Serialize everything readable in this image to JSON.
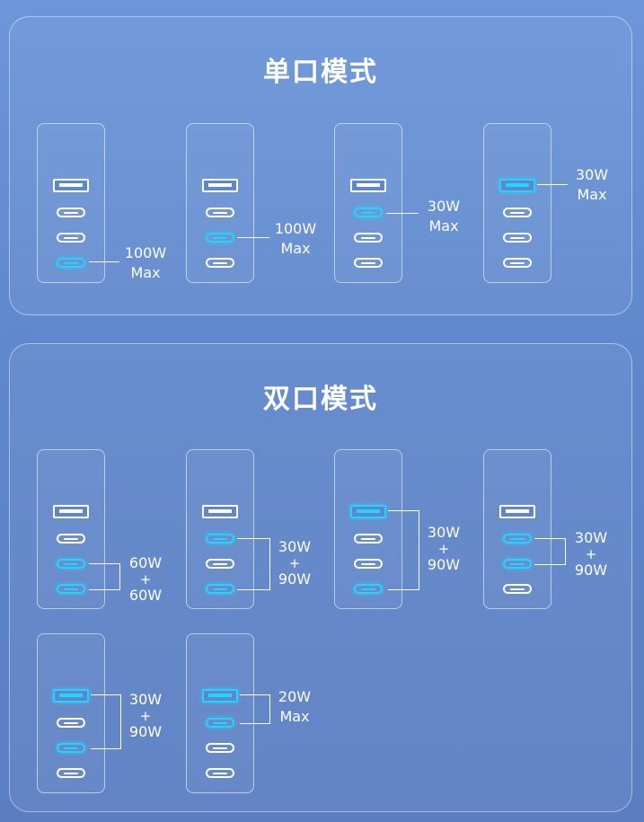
{
  "single_mode": {
    "title": "单口模式",
    "labels": [
      {
        "line1": "100W",
        "line2": "Max"
      },
      {
        "line1": "100W",
        "line2": "Max"
      },
      {
        "line1": "30W",
        "line2": "Max"
      },
      {
        "line1": "30W",
        "line2": "Max"
      }
    ]
  },
  "dual_mode": {
    "title": "双口模式",
    "labels": [
      {
        "line1": "60W",
        "line2": "+",
        "line3": "60W"
      },
      {
        "line1": "30W",
        "line2": "+",
        "line3": "90W"
      },
      {
        "line1": "30W",
        "line2": "+",
        "line3": "90W"
      },
      {
        "line1": "30W",
        "line2": "+",
        "line3": "90W"
      },
      {
        "line1": "30W",
        "line2": "+",
        "line3": "90W"
      },
      {
        "line1": "20W",
        "line2": "Max"
      }
    ]
  },
  "colors": {
    "background": "#5f87cc",
    "active_port": "#25d3ff",
    "inactive_port": "#ffffff"
  },
  "icons": [
    "charger-icon",
    "usb-a-port-icon",
    "usb-c-port-icon"
  ]
}
